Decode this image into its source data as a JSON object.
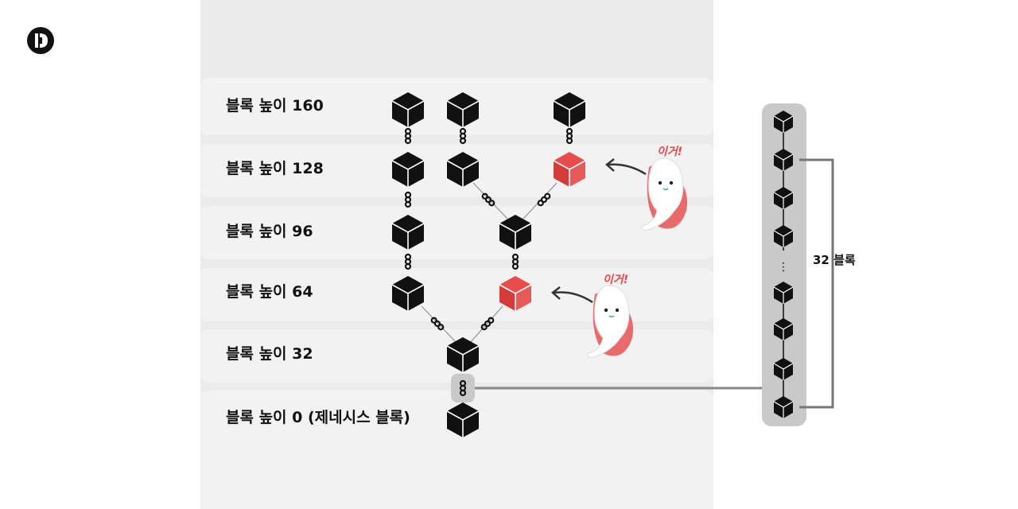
{
  "logo": {
    "icon": "brand-logo-icon"
  },
  "rows": [
    {
      "label": "블록 높이 160"
    },
    {
      "label": "블록 높이 128"
    },
    {
      "label": "블록 높이 96"
    },
    {
      "label": "블록 높이 64"
    },
    {
      "label": "블록 높이 32"
    },
    {
      "label": "블록 높이 0 (제네시스 블록)"
    }
  ],
  "callouts": [
    {
      "text": "이거!"
    },
    {
      "text": "이거!"
    }
  ],
  "side": {
    "label": "32 블록",
    "ellipsis": "⋮"
  },
  "colors": {
    "block": "#111111",
    "highlight": "#e84c4c",
    "band": "#f2f2f2",
    "panel": "#ebebeb",
    "side_panel": "#c9c9c9",
    "ghost_accent": "#e96a6a"
  }
}
